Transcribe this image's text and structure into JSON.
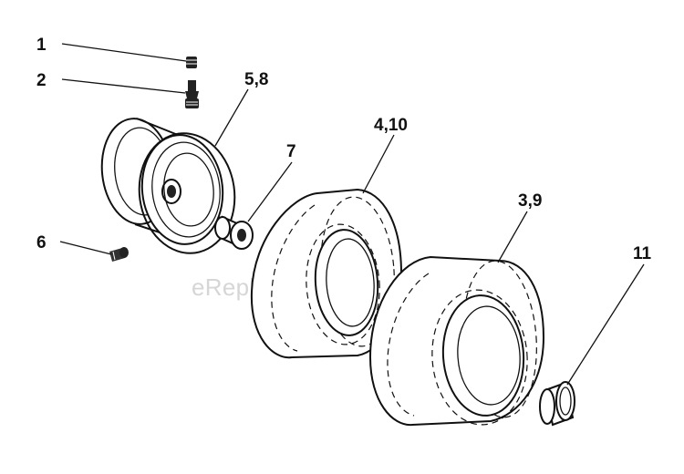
{
  "callouts": {
    "c1": "1",
    "c2": "2",
    "c58": "5,8",
    "c6": "6",
    "c7": "7",
    "c410": "4,10",
    "c39": "3,9",
    "c11": "11"
  },
  "watermark": "eReplacementParts.com",
  "parts": [
    {
      "ref": "1",
      "icon": "valve-cap-icon"
    },
    {
      "ref": "2",
      "icon": "valve-stem-icon"
    },
    {
      "ref": "5,8",
      "icon": "wheel-rim-icon"
    },
    {
      "ref": "6",
      "icon": "grease-fitting-icon"
    },
    {
      "ref": "7",
      "icon": "bushing-icon"
    },
    {
      "ref": "4,10",
      "icon": "tire-icon"
    },
    {
      "ref": "3,9",
      "icon": "tire-icon"
    },
    {
      "ref": "11",
      "icon": "hub-cap-icon"
    }
  ]
}
